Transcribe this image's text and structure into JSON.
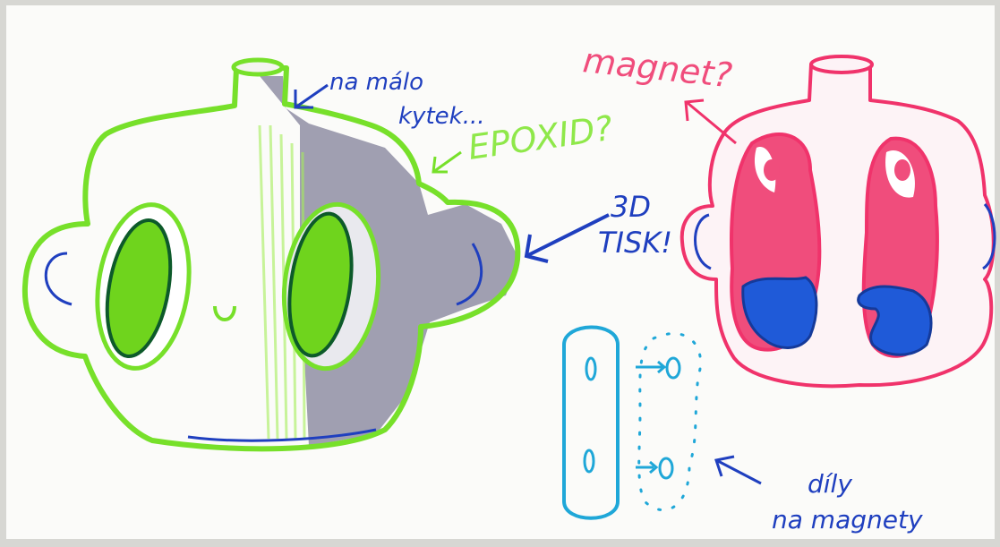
{
  "annotations": {
    "top_left": "na málo kytek...",
    "top_left_line1": "na málo",
    "top_left_line2": "kytek...",
    "magnet_question": "magnet?",
    "epoxid": "EPOXID?",
    "print_line1": "3D",
    "print_line2": "TISK!",
    "parts_line1": "díly",
    "parts_line2": "na magnety"
  },
  "colors": {
    "paper": "#fbfbf9",
    "table": "#d9d9d6",
    "green": "#77e02a",
    "dark_green": "#0d5a2a",
    "grey": "#8f8ea5",
    "pink": "#f0336b",
    "blue": "#1f3fbf",
    "light_blue": "#1fa7d8"
  },
  "icons": {
    "vase": "green-vase-sketch",
    "mold": "pink-cross-section-sketch",
    "parts": "magnet-parts-sketch"
  }
}
